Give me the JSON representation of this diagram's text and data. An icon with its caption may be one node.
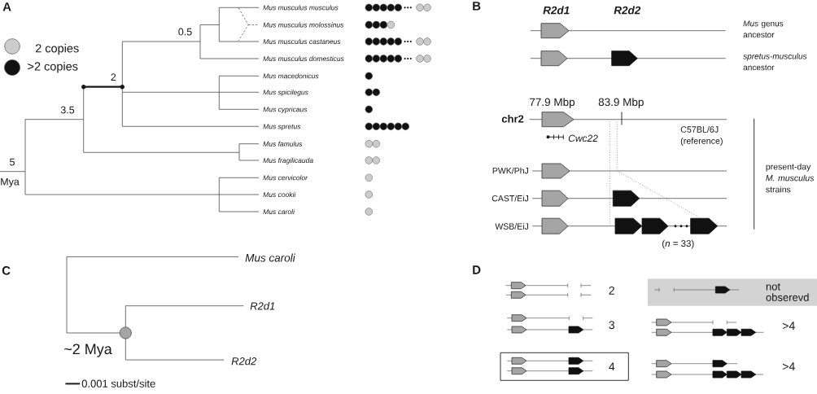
{
  "diagram": {
    "nodes": [
      {
        "text": [
          "not obserevd"
        ]
      },
      {
        "text": [
          "4"
        ]
      }
    ],
    "labels": [
      "A",
      "0.5",
      "2",
      "3.5",
      "5",
      "Mya",
      "Mus musculus musculus",
      "Mus musculus molossinus",
      "Mus musculus castaneus",
      "Mus musculus domesticus",
      "Mus macedonicus",
      "Mus spicilegus",
      "Mus cypricaus",
      "Mus spretus",
      "Mus famulus",
      "Mus fragilicauda",
      "Mus cervicolor",
      "Mus cookii",
      "Mus caroli",
      "B",
      "R2d1",
      "R2d2",
      "*Mus* genus ancestor",
      "*spretus-musculus* ancestor",
      "77.9 Mbp",
      "83.9 Mbp",
      "chr2",
      "Cwc22",
      "C57BL/6J (reference)",
      "PWK/PhJ",
      "present-day *M. musculus* strains",
      "CAST/EiJ",
      "WSB/EiJ",
      "(*n* = 33)",
      "C",
      "Mus caroli",
      "R2d1",
      "~2 Mya",
      "R2d2",
      "0.001 subst/site",
      "D",
      "2",
      "3",
      ">4",
      ">4"
    ],
    "legend": [
      {
        "text": "2 copies",
        "color": "#cccccc"
      },
      {
        "text": ">2 copies",
        "color": "#111111"
      }
    ]
  }
}
